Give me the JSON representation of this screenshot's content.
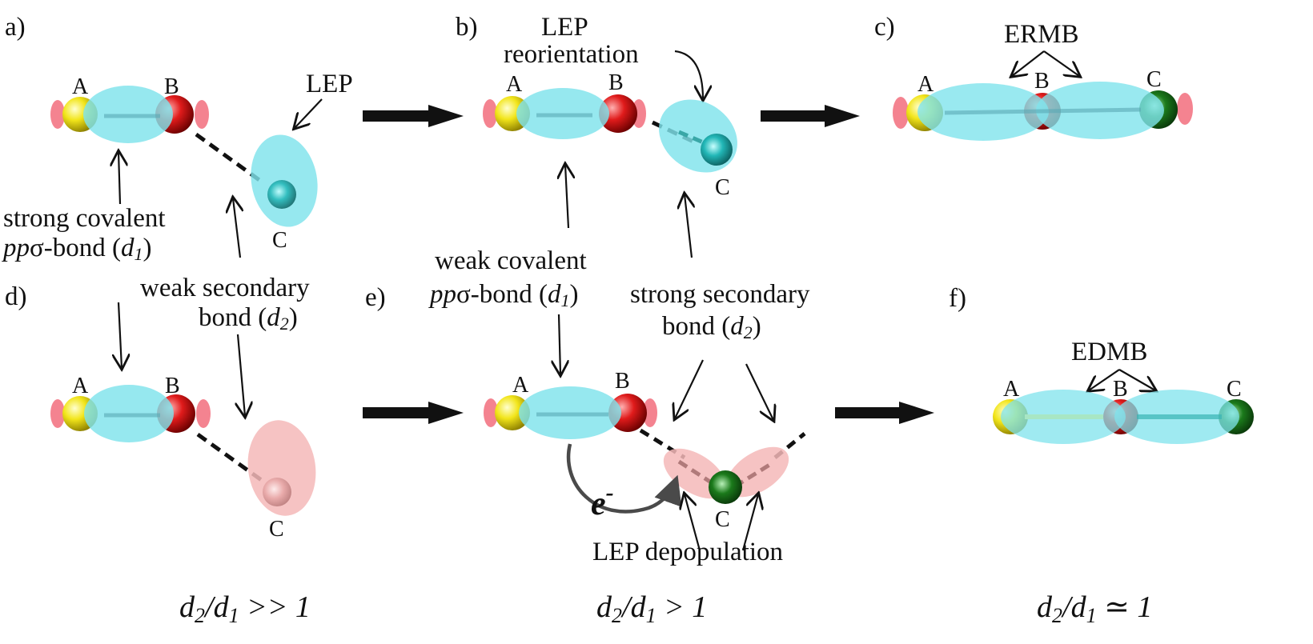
{
  "panels": {
    "a": {
      "label": "a)",
      "atoms": {
        "A": "A",
        "B": "B",
        "C": "C"
      },
      "lep_label": "LEP"
    },
    "b": {
      "label": "b)",
      "atoms": {
        "A": "A",
        "B": "B",
        "C": "C"
      },
      "reorientation_line1": "LEP",
      "reorientation_line2": "reorientation"
    },
    "c": {
      "label": "c)",
      "atoms": {
        "A": "A",
        "B": "B",
        "C": "C"
      },
      "bond_label": "ERMB"
    },
    "d": {
      "label": "d)",
      "atoms": {
        "A": "A",
        "B": "B",
        "C": "C"
      }
    },
    "e": {
      "label": "e)",
      "atoms": {
        "A": "A",
        "B": "B",
        "C": "C"
      },
      "electron": "e",
      "electron_sup": "-",
      "depopulation": "LEP depopulation"
    },
    "f": {
      "label": "f)",
      "atoms": {
        "A": "A",
        "B": "B",
        "C": "C"
      },
      "bond_label": "EDMB"
    }
  },
  "annotations": {
    "strong_covalent": {
      "line1": "strong covalent",
      "line2_pre": "pp",
      "line2_sigma": "σ",
      "line2_mid": "-bond (",
      "line2_var": "d",
      "line2_sub": "1",
      "line2_end": ")"
    },
    "weak_secondary": {
      "line1": "weak secondary",
      "line2_pre": "bond (",
      "line2_var": "d",
      "line2_sub": "2",
      "line2_end": ")"
    },
    "weak_covalent": {
      "line1": "weak covalent",
      "line2_pre": "pp",
      "line2_sigma": "σ",
      "line2_mid": "-bond (",
      "line2_var": "d",
      "line2_sub": "1",
      "line2_end": ")"
    },
    "strong_secondary": {
      "line1": "strong secondary",
      "line2_pre": "bond (",
      "line2_var": "d",
      "line2_sub": "2",
      "line2_end": ")"
    }
  },
  "ratios": [
    {
      "var1": "d",
      "sub1": "2",
      "slash": "/",
      "var2": "d",
      "sub2": "1",
      "relation": " >> 1"
    },
    {
      "var1": "d",
      "sub1": "2",
      "slash": "/",
      "var2": "d",
      "sub2": "1",
      "relation": " > 1"
    },
    {
      "var1": "d",
      "sub1": "2",
      "slash": "/",
      "var2": "d",
      "sub2": "1",
      "relation": " ≃ 1"
    }
  ],
  "colors": {
    "bond_cloud": "#7fe3ec",
    "lone_pair_lobe": "#f26d7d",
    "depopulated_lep": "#f5b8b8",
    "atom_A": "#f2e51a",
    "atom_B": "#e01b1b",
    "atom_C_teal": "#22b7b7",
    "atom_C_green": "#1b7a1b",
    "arrow": "#111111"
  }
}
